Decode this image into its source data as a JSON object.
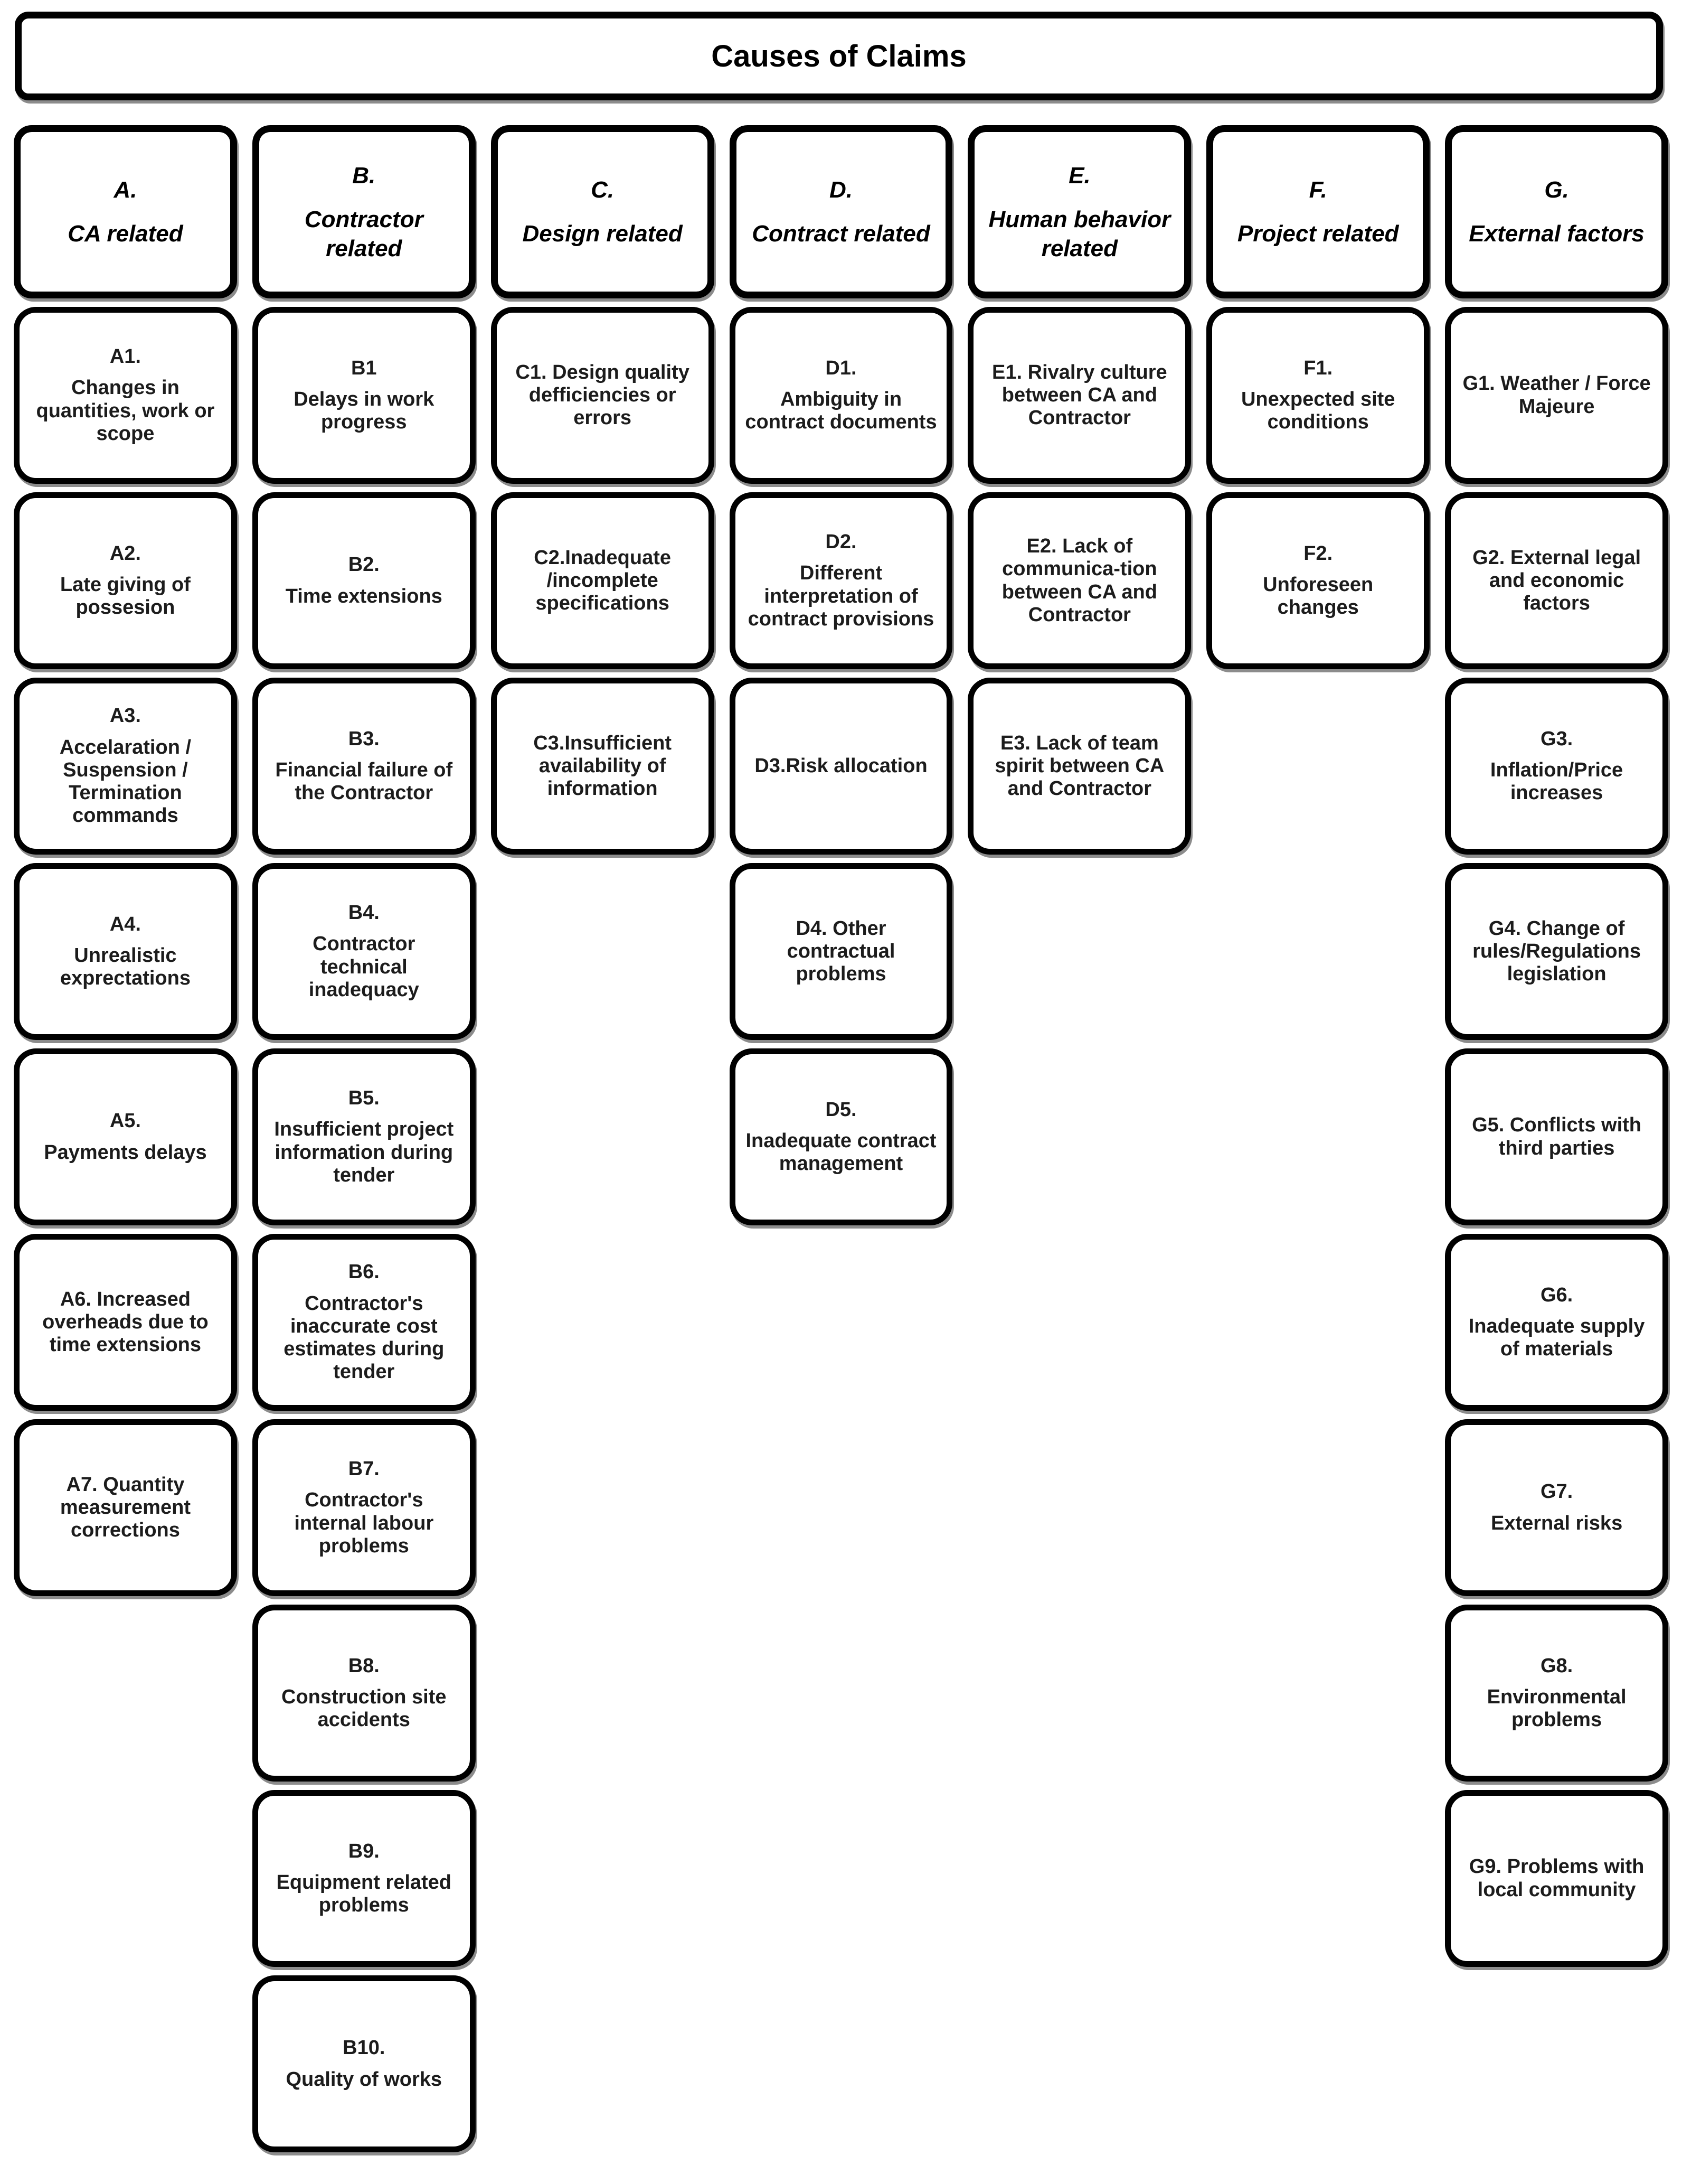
{
  "title": "Causes of Claims",
  "colors": {
    "border": "#000000",
    "background": "#ffffff",
    "text": "#1c1c1c"
  },
  "columns": [
    {
      "id": "A",
      "header": {
        "letter": "A.",
        "name": "CA related"
      },
      "items": [
        {
          "code": "A1.",
          "text": "Changes in quantities, work or scope"
        },
        {
          "code": "A2.",
          "text": "Late giving of possesion"
        },
        {
          "code": "A3.",
          "text": "Accelaration / Suspension / Termination commands"
        },
        {
          "code": "A4.",
          "text": "Unrealistic exprectations"
        },
        {
          "code": "A5.",
          "text": "Payments delays"
        },
        {
          "code": "",
          "text": "A6. Increased overheads due to time extensions"
        },
        {
          "code": "",
          "text": "A7. Quantity measurement corrections"
        }
      ]
    },
    {
      "id": "B",
      "header": {
        "letter": "B.",
        "name": "Contractor related"
      },
      "items": [
        {
          "code": "B1",
          "text": "Delays in work progress"
        },
        {
          "code": "B2.",
          "text": "Time extensions"
        },
        {
          "code": "B3.",
          "text": "Financial failure of the Contractor"
        },
        {
          "code": "B4.",
          "text": "Contractor technical inadequacy"
        },
        {
          "code": "B5.",
          "text": "Insufficient project information during tender"
        },
        {
          "code": "B6.",
          "text": "Contractor's inaccurate cost estimates during tender"
        },
        {
          "code": "B7.",
          "text": "Contractor's internal labour problems"
        },
        {
          "code": "B8.",
          "text": "Construction site accidents"
        },
        {
          "code": "B9.",
          "text": "Equipment related problems"
        },
        {
          "code": "B10.",
          "text": "Quality of works"
        }
      ]
    },
    {
      "id": "C",
      "header": {
        "letter": "C.",
        "name": "Design related"
      },
      "items": [
        {
          "code": "",
          "text": "C1. Design quality defficiencies or errors"
        },
        {
          "code": "",
          "text": "C2.Inadequate /incomplete specifications"
        },
        {
          "code": "",
          "text": "C3.Insufficient availability of information"
        }
      ]
    },
    {
      "id": "D",
      "header": {
        "letter": "D.",
        "name": "Contract related"
      },
      "items": [
        {
          "code": "D1.",
          "text": "Ambiguity in contract documents"
        },
        {
          "code": "D2.",
          "text": "Different interpretation of contract provisions"
        },
        {
          "code": "",
          "text": "D3.Risk allocation"
        },
        {
          "code": "",
          "text": "D4. Other contractual problems"
        },
        {
          "code": "D5.",
          "text": "Inadequate contract management"
        }
      ]
    },
    {
      "id": "E",
      "header": {
        "letter": "E.",
        "name": "Human behavior related"
      },
      "items": [
        {
          "code": "",
          "text": "E1. Rivalry culture between CA and Contractor"
        },
        {
          "code": "",
          "text": "E2. Lack of communica-tion between CA and Contractor"
        },
        {
          "code": "",
          "text": "E3. Lack of team spirit between CA and Contractor"
        }
      ]
    },
    {
      "id": "F",
      "header": {
        "letter": "F.",
        "name": "Project related"
      },
      "items": [
        {
          "code": "F1.",
          "text": "Unexpected site conditions"
        },
        {
          "code": "F2.",
          "text": "Unforeseen changes"
        }
      ]
    },
    {
      "id": "G",
      "header": {
        "letter": "G.",
        "name": "External factors"
      },
      "items": [
        {
          "code": "",
          "text": "G1. Weather / Force Majeure"
        },
        {
          "code": "",
          "text": "G2. External legal and economic factors"
        },
        {
          "code": "G3.",
          "text": "Inflation/Price increases"
        },
        {
          "code": "",
          "text": "G4. Change of rules/Regulations legislation"
        },
        {
          "code": "",
          "text": "G5. Conflicts with third parties"
        },
        {
          "code": "G6.",
          "text": "Inadequate supply of materials"
        },
        {
          "code": "G7.",
          "text": "External risks"
        },
        {
          "code": "G8.",
          "text": "Environmental problems"
        },
        {
          "code": "",
          "text": "G9. Problems with local community"
        }
      ]
    }
  ]
}
